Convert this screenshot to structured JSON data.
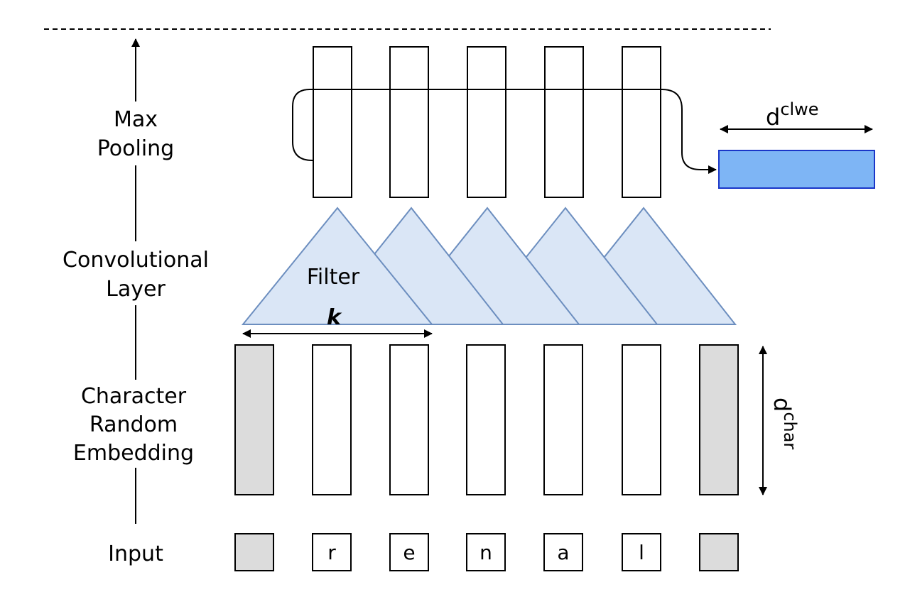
{
  "stages": {
    "max_pooling": [
      "Max",
      "Pooling"
    ],
    "convolutional": [
      "Convolutional",
      "Layer"
    ],
    "embedding": [
      "Character",
      "Random",
      "Embedding"
    ],
    "input": "Input"
  },
  "input_chars": [
    "",
    "r",
    "e",
    "n",
    "a",
    "l",
    ""
  ],
  "filter": {
    "label": "Filter",
    "width_label": "k"
  },
  "dimensions": {
    "clwe": {
      "base": "d",
      "sup": "clwe"
    },
    "char": {
      "base": "d",
      "sup": "char"
    }
  },
  "colors": {
    "padding_fill": "#dcdcdc",
    "filter_fill": "#dae6f6",
    "filter_stroke": "#6c8ebf",
    "output_fill": "#7eb5f5",
    "output_stroke": "#1a36c8"
  }
}
